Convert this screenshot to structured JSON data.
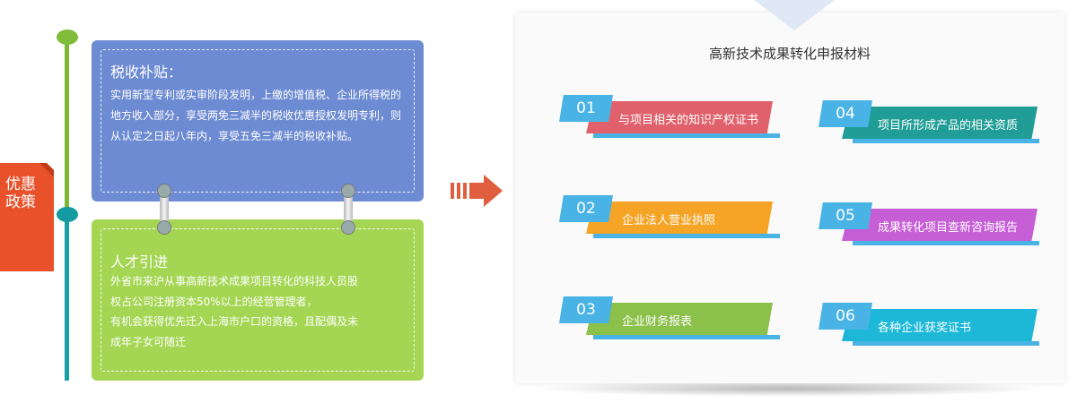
{
  "policy_tag": {
    "label": "优惠政策",
    "color": "#e9512b"
  },
  "cards": [
    {
      "title": "税收补贴：",
      "body": "实用新型专利或实审阶段发明，上缴的增值税、企业所得税的地方收入部分，享受两免三减半的税收优惠授权发明专利，则从认定之日起八年内，享受五免三减半的税收补贴。",
      "color": "#6d8bd2"
    },
    {
      "title": "人才引进",
      "lines": [
        "外省市来沪从事高新技术成果项目转化的科技人员股",
        "权占公司注册资本50%以上的经营管理者，",
        "有机会获得优先迁入上海市户口的资格，且配偶及未",
        "成年子女可随迁"
      ],
      "color": "#a4d653"
    }
  ],
  "panel": {
    "title": "高新技术成果转化申报材料",
    "items": [
      {
        "num": "01",
        "label": "与项目相关的知识产权证书",
        "color": "#e0616b"
      },
      {
        "num": "02",
        "label": "企业法人营业执照",
        "color": "#f5a425"
      },
      {
        "num": "03",
        "label": "企业财务报表",
        "color": "#8bc04a"
      },
      {
        "num": "04",
        "label": "项目所形成产品的相关资质",
        "color": "#1f9d96"
      },
      {
        "num": "05",
        "label": "成果转化项目查新咨询报告",
        "color": "#c65ed6"
      },
      {
        "num": "06",
        "label": "各种企业获奖证书",
        "color": "#1db8d8"
      }
    ],
    "number_bg_color": "#4ab3e6"
  },
  "arrow_color": "#e05e3e"
}
